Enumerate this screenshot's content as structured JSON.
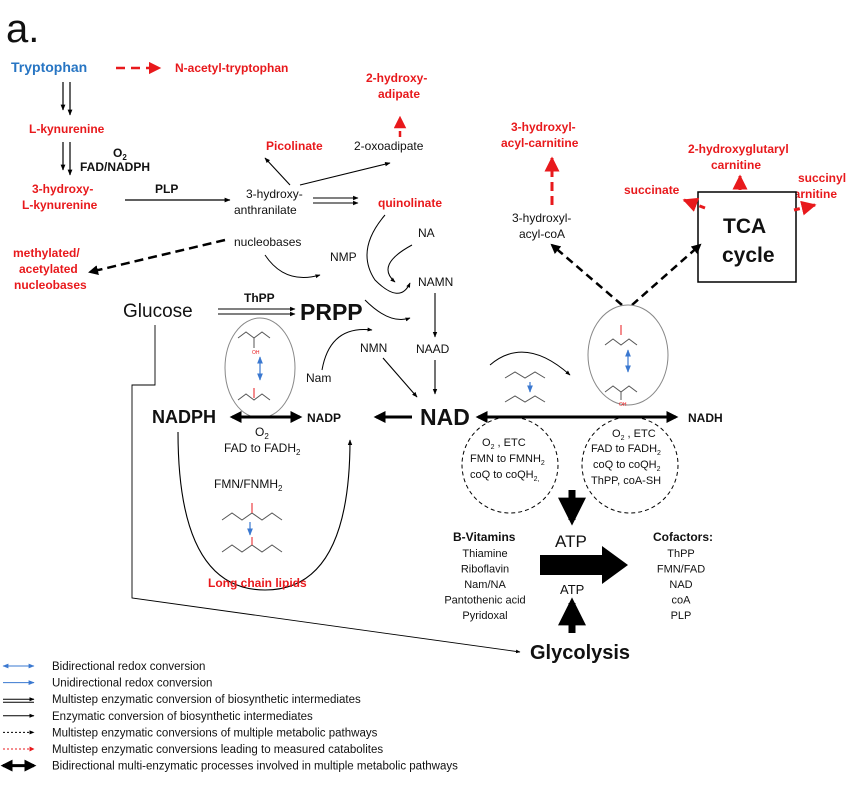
{
  "panel_label": "a.",
  "nodes": {
    "tryptophan": "Tryptophan",
    "n_acetyl_tryptophan": "N-acetyl-tryptophan",
    "l_kynurenine": "L-kynurenine",
    "o2": "O",
    "o2_sub": "2",
    "fad_nadph": "FAD/NADPH",
    "hydroxy_kyn_1": "3-hydroxy-",
    "hydroxy_kyn_2": "L-kynurenine",
    "plp": "PLP",
    "hydroxy_anth_1": "3-hydroxy-",
    "hydroxy_anth_2": "anthranilate",
    "picolinate": "Picolinate",
    "oxoadipate": "2-oxoadipate",
    "hydroxy_adipate_1": "2-hydroxy-",
    "hydroxy_adipate_2": "adipate",
    "quinolinate": "quinolinate",
    "na": "NA",
    "nmp": "NMP",
    "namn": "NAMN",
    "naad": "NAAD",
    "nmn": "NMN",
    "nam": "Nam",
    "nucleobases": "nucleobases",
    "methylated_1": "methylated/",
    "methylated_2": "acetylated",
    "methylated_3": "nucleobases",
    "glucose": "Glucose",
    "thpp": "ThPP",
    "prpp": "PRPP",
    "nadph": "NADPH",
    "nadp": "NADP",
    "nad": "NAD",
    "nadh": "NADH",
    "o2_fad_1": "O",
    "o2_fad_1_sub": "2",
    "o2_fad_2": "FAD to FADH",
    "o2_fad_2_sub": "2",
    "fmn_fnmh": "FMN/FNMH",
    "fmn_fnmh_sub": "2",
    "long_chain_lipids": "Long chain lipids",
    "hydroxyl_acyl_carnitine_1": "3-hydroxyl-",
    "hydroxyl_acyl_carnitine_2": "acyl-carnitine",
    "hydroxyl_acyl_coa_1": "3-hydroxyl-",
    "hydroxyl_acyl_coa_2": "acyl-coA",
    "hydroxyglutaryl_1": "2-hydroxyglutaryl",
    "hydroxyglutaryl_2": "carnitine",
    "succinate": "succinate",
    "succinyl_1": "succinyl",
    "succinyl_2": "carnitine",
    "tca_1": "TCA",
    "tca_2": "cycle",
    "etc_left_1": "O",
    "etc_left_1_sub": "2",
    "etc_left_1_rest": " , ETC",
    "etc_left_2": "FMN to FMNH",
    "etc_left_2_sub": "2",
    "etc_left_3": "coQ to coQH",
    "etc_left_3_sub": "2,",
    "etc_right_1": "O",
    "etc_right_1_sub": "2",
    "etc_right_1_rest": " , ETC",
    "etc_right_2": "FAD to FADH",
    "etc_right_2_sub": "2",
    "etc_right_3": "coQ to coQH",
    "etc_right_3_sub": "2",
    "etc_right_4": "ThPP, coA-SH",
    "atp_top": "ATP",
    "atp_bottom": "ATP",
    "glycolysis": "Glycolysis",
    "bvit_title": "B-Vitamins",
    "bvit_items": [
      "Thiamine",
      "Riboflavin",
      "Nam/NA",
      "Pantothenic acid",
      "Pyridoxal"
    ],
    "cof_title": "Cofactors:",
    "cof_items": [
      "ThPP",
      "FMN/FAD",
      "NAD",
      "coA",
      "PLP"
    ]
  },
  "legend": [
    {
      "label": "Bidirectional redox conversion",
      "color": "#3a78d0"
    },
    {
      "label": "Unidirectional redox conversion",
      "color": "#3a78d0"
    },
    {
      "label": "Multistep enzymatic conversion of biosynthetic intermediates",
      "color": "#000000"
    },
    {
      "label": "Enzymatic conversion of biosynthetic intermediates",
      "color": "#000000"
    },
    {
      "label": "Multistep enzymatic conversions of multiple metabolic pathways",
      "color": "#000000"
    },
    {
      "label": "Multistep enzymatic conversions leading to measured catabolites",
      "color": "#e8191c"
    },
    {
      "label": "Bidirectional multi-enzymatic processes involved in multiple metabolic pathways",
      "color": "#000000"
    }
  ],
  "colors": {
    "catabolite": "#e8191c",
    "tryptophan": "#2775c3",
    "redox": "#3a78d0",
    "line": "#000000"
  }
}
